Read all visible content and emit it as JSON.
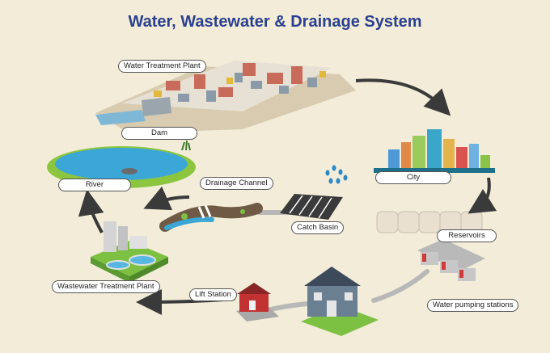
{
  "title": "Water, Wastewater & Drainage System",
  "labels": {
    "water_treatment_plant": "Water Treatment Plant",
    "dam": "Dam",
    "city": "City",
    "reservoirs": "Reservoirs",
    "water_pumping_stations": "Water pumping stations",
    "lift_station": "Lift Station",
    "wastewater_treatment_plant": "Wastewater Treatment Plant",
    "river": "River",
    "drainage_channel": "Drainage Channel",
    "catch_basin": "Catch Basin"
  },
  "colors": {
    "background": "#f2ecd8",
    "title": "#2a3f8f",
    "arrow": "#3a3a3a",
    "water": "#3ba7d6",
    "grass": "#8cc63f",
    "pipe": "#b8b8b8"
  }
}
